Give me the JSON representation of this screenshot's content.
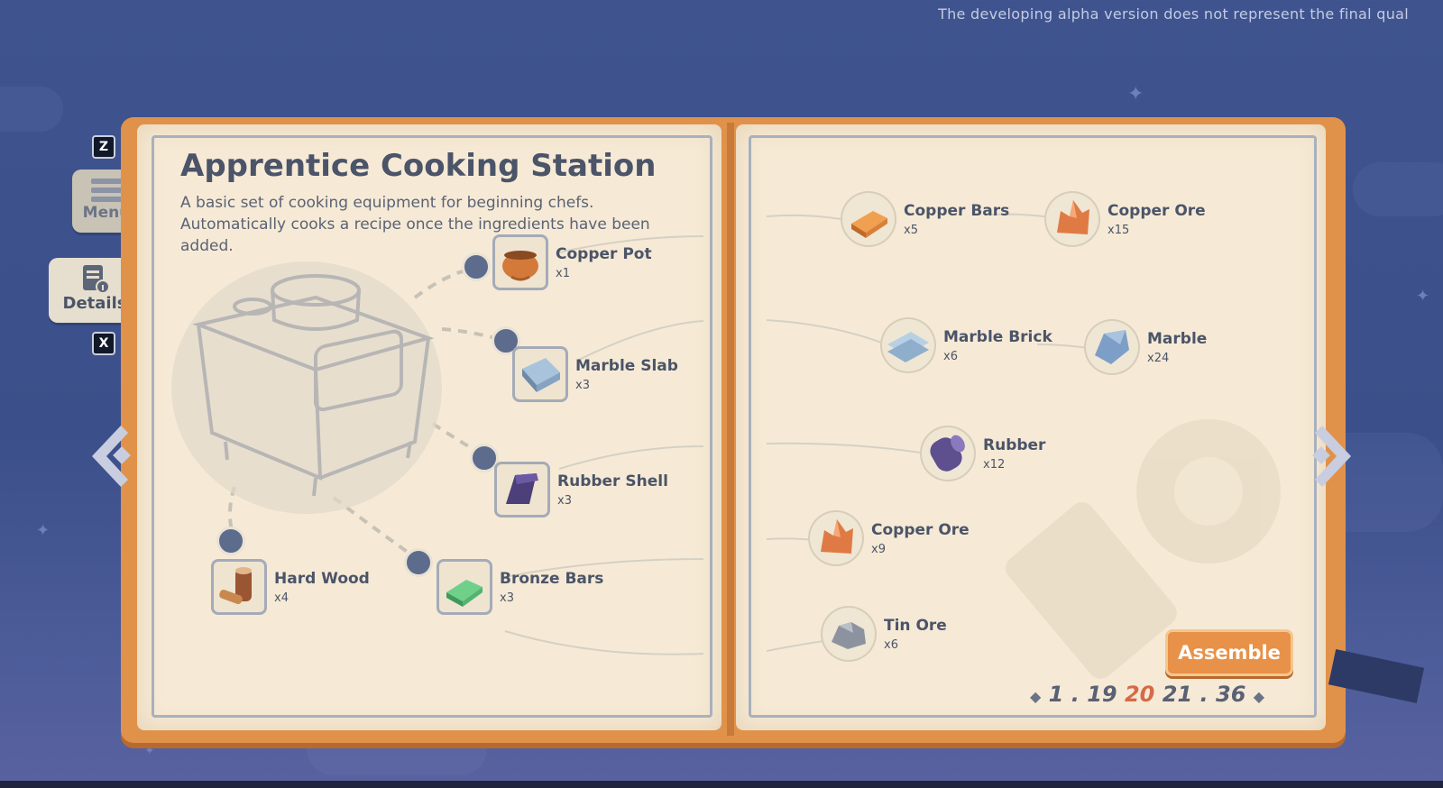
{
  "alpha_notice": "The developing alpha version does not represent the final qual",
  "side_tabs": {
    "z_key": "Z",
    "menu_label": "Menu",
    "details_label": "Details",
    "x_key": "X"
  },
  "left_page": {
    "title": "Apprentice Cooking Station",
    "description": "A basic set of cooking equipment for beginning chefs. Automatically cooks a recipe once the ingredients have been added.",
    "components": [
      {
        "name": "Copper Pot",
        "qty": "x1",
        "icon": "copper-pot-icon"
      },
      {
        "name": "Marble Slab",
        "qty": "x3",
        "icon": "marble-slab-icon"
      },
      {
        "name": "Rubber Shell",
        "qty": "x3",
        "icon": "rubber-shell-icon"
      },
      {
        "name": "Hard Wood",
        "qty": "x4",
        "icon": "hard-wood-icon"
      },
      {
        "name": "Bronze Bars",
        "qty": "x3",
        "icon": "bronze-bars-icon"
      }
    ]
  },
  "right_page": {
    "materials": [
      {
        "name": "Copper Bars",
        "qty": "x5",
        "icon": "copper-bars-icon"
      },
      {
        "name": "Copper Ore",
        "qty": "x15",
        "icon": "copper-ore-icon"
      },
      {
        "name": "Marble Brick",
        "qty": "x6",
        "icon": "marble-brick-icon"
      },
      {
        "name": "Marble",
        "qty": "x24",
        "icon": "marble-icon"
      },
      {
        "name": "Rubber",
        "qty": "x12",
        "icon": "rubber-icon"
      },
      {
        "name": "Copper Ore",
        "qty": "x9",
        "icon": "copper-ore-icon"
      },
      {
        "name": "Tin Ore",
        "qty": "x6",
        "icon": "tin-ore-icon"
      }
    ],
    "assemble_label": "Assemble",
    "pagination": {
      "first": "1",
      "sep1": ".",
      "prev": "19",
      "current": "20",
      "next": "21",
      "sep2": ".",
      "last": "36"
    }
  },
  "colors": {
    "accent": "#e89148",
    "current_page": "#d66a48",
    "ink": "#4b5468",
    "paper": "#f6ead6",
    "cover": "#e0924a"
  }
}
